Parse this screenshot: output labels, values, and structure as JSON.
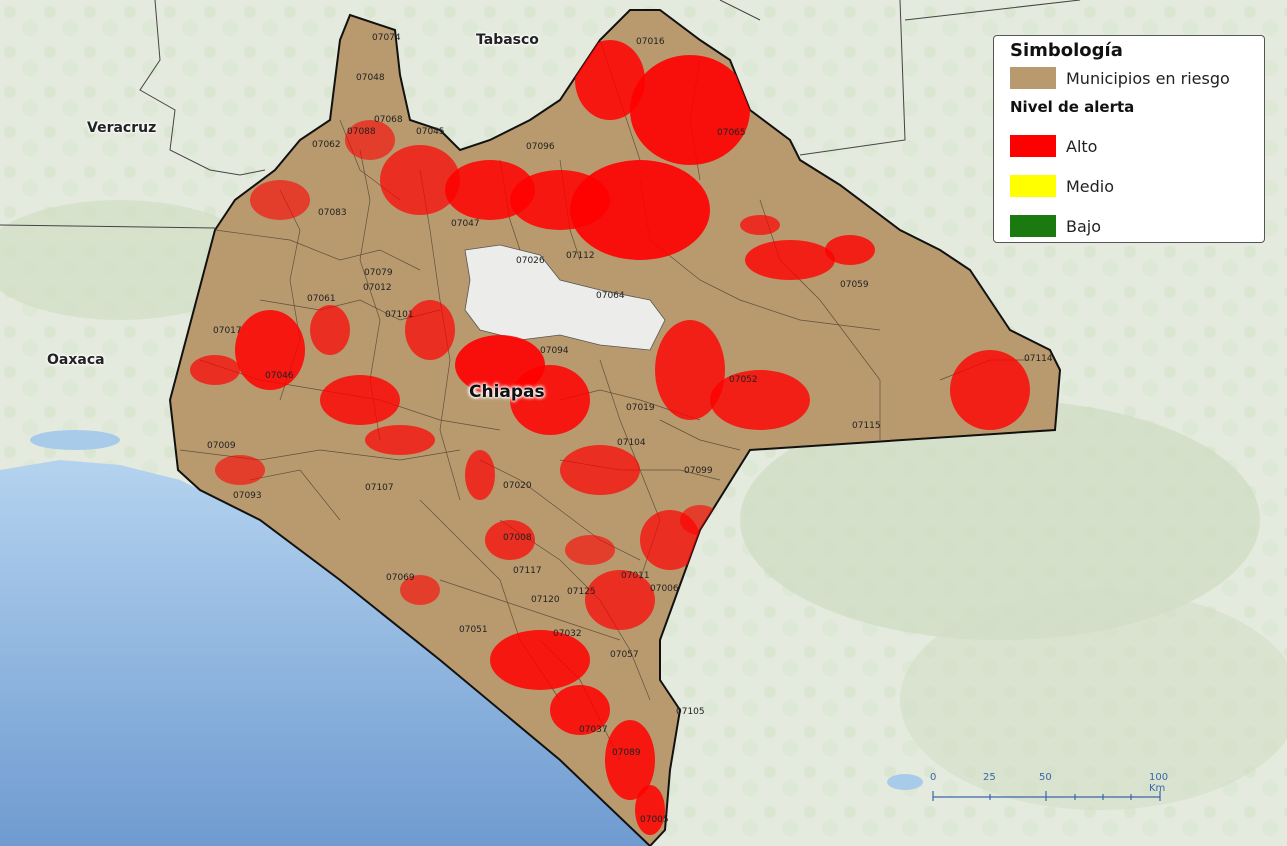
{
  "legend": {
    "title": "Simbología",
    "municipios_label": "Municipios en riesgo",
    "subtitle": "Nivel de alerta",
    "levels": [
      {
        "label": "Alto",
        "color": "#ff0000"
      },
      {
        "label": "Medio",
        "color": "#ffff00"
      },
      {
        "label": "Bajo",
        "color": "#1a7a10"
      }
    ],
    "municipios_color": "#b99a6e"
  },
  "places": {
    "tabasco": "Tabasco",
    "veracruz": "Veracruz",
    "oaxaca": "Oaxaca",
    "chiapas": "Chiapas"
  },
  "municipios": {
    "m07074": "07074",
    "m07048": "07048",
    "m07016": "07016",
    "m07088": "07088",
    "m07068": "07068",
    "m07062": "07062",
    "m07045": "07045",
    "m07096": "07096",
    "m07065": "07065",
    "m07083": "07083",
    "m07047": "07047",
    "m07026": "07026",
    "m07112": "07112",
    "m07079": "07079",
    "m07012": "07012",
    "m07061": "07061",
    "m07064": "07064",
    "m07059": "07059",
    "m07101": "07101",
    "m07017": "07017",
    "m07046": "07046",
    "m07094": "07094",
    "m07114": "07114",
    "m07052": "07052",
    "m07019": "07019",
    "m07115": "07115",
    "m07009": "07009",
    "m07104": "07104",
    "m07093": "07093",
    "m07020": "07020",
    "m07107": "07107",
    "m07099": "07099",
    "m07008": "07008",
    "m07117": "07117",
    "m07069": "07069",
    "m07011": "07011",
    "m07006": "07006",
    "m07120": "07120",
    "m07125": "07125",
    "m07051": "07051",
    "m07032": "07032",
    "m07057": "07057",
    "m07105": "07105",
    "m07037": "07037",
    "m07089": "07089",
    "m07005": "07005"
  },
  "scale": {
    "ticks": [
      "0",
      "25",
      "50",
      "100 Km"
    ],
    "color": "#3a66a8"
  },
  "colors": {
    "sea": "#9cc2e6",
    "land": "#e6ebe1",
    "risk": "#b99a6e",
    "alert_high": "#ff0000"
  }
}
